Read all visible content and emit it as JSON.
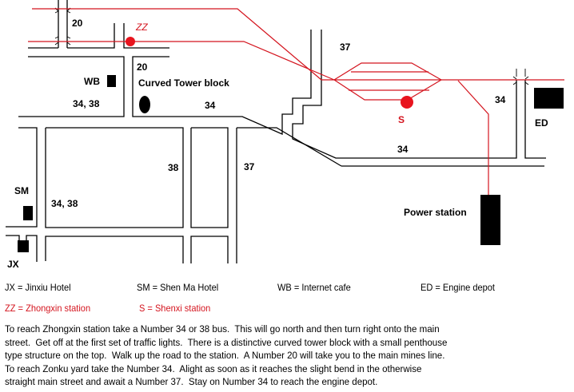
{
  "map": {
    "road_labels": {
      "route_20_north": "20",
      "route_20_tower": "20",
      "route_34_38_upper": "34, 38",
      "route_34_tower": "34",
      "route_37_upper": "37",
      "route_34_ed": "34",
      "route_34_lower": "34",
      "route_38": "38",
      "route_37_lower": "37",
      "route_34_38_left": "34, 38"
    },
    "places": {
      "wb": "WB",
      "curved_tower": "Curved Tower block",
      "sm": "SM",
      "jx": "JX",
      "ed": "ED",
      "power_station": "Power station",
      "zz": "ZZ",
      "s": "S"
    },
    "colors": {
      "rail": "#d4141e",
      "road": "#000000",
      "station": "#e8141e"
    }
  },
  "legend": {
    "items": [
      {
        "text": "JX = Jinxiu Hotel",
        "color": "#000000"
      },
      {
        "text": "SM = Shen Ma Hotel",
        "color": "#000000"
      },
      {
        "text": "WB = Internet cafe",
        "color": "#000000"
      },
      {
        "text": "ED = Engine depot",
        "color": "#000000"
      },
      {
        "text": "ZZ = Zhongxin station",
        "color": "#d4141e"
      },
      {
        "text": "S = Shenxi station",
        "color": "#d4141e"
      }
    ]
  },
  "description": {
    "lines": [
      "To reach Zhongxin station take a Number 34 or 38 bus.  This will go north and then turn right onto the main",
      "street.  Get off at the first set of traffic lights.  There is a distinctive curved tower block with a small penthouse",
      "type structure on the top.  Walk up the road to the station.  A Number 20 will take you to the main mines line.",
      "To reach Zonku yard take the Number 34.  Alight as soon as it reaches the slight bend in the otherwise",
      "straight main street and await a Number 37.  Stay on Number 34 to reach the engine depot."
    ]
  }
}
